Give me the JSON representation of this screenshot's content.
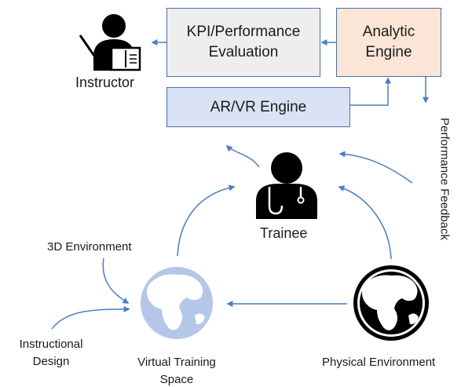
{
  "colors": {
    "arrow": "#4a7fc1",
    "box_border": "#4a6fa5",
    "kpi_fill": "#eeeeee",
    "analytic_fill": "#fbe5d6",
    "arvr_fill": "#dae3f3",
    "icon_dark": "#000000",
    "globe_light": "#b4c7e7"
  },
  "boxes": {
    "kpi": "KPI/Performance\nEvaluation",
    "analytic": "Analytic\nEngine",
    "arvr": "AR/VR Engine"
  },
  "labels": {
    "instructor": "Instructor",
    "trainee": "Trainee",
    "performance_feedback": "Performance Feedback",
    "environment_3d": "3D Environment",
    "instructional_design": "Instructional\nDesign",
    "virtual_training_space": "Virtual Training\nSpace",
    "physical_environment": "Physical Environment"
  },
  "icons": {
    "instructor": "teacher-at-board-icon",
    "trainee": "doctor-with-stethoscope-icon",
    "virtual_globe": "globe-icon-light",
    "physical_globe": "globe-icon-dark"
  }
}
